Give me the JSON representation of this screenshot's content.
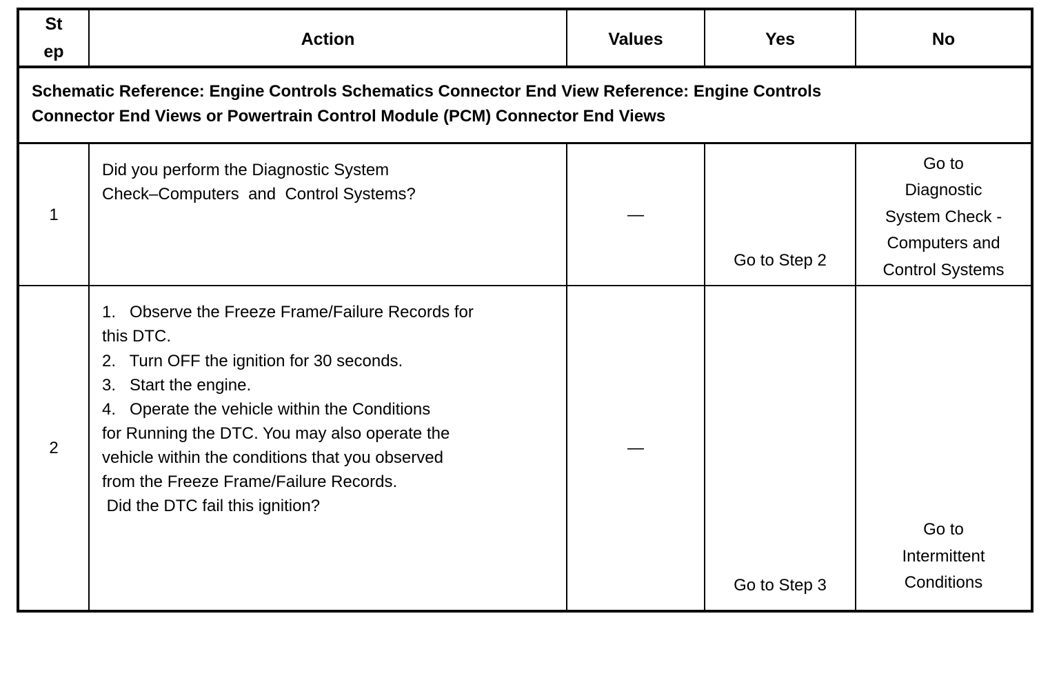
{
  "table": {
    "headers": {
      "step_line1": "St",
      "step_line2": "ep",
      "action": "Action",
      "values": "Values",
      "yes": "Yes",
      "no": "No"
    },
    "schematic_reference": {
      "line1": "Schematic Reference: Engine Controls Schematics Connector End View Reference: Engine Controls",
      "line2": "Connector End Views or Powertrain Control Module (PCM) Connector End Views"
    },
    "rows": [
      {
        "step": "1",
        "action_lines": [
          "Did you perform the Diagnostic System",
          "Check–Computers  and  Control Systems?"
        ],
        "values": "—",
        "yes": "Go to Step 2",
        "no_lines": [
          "Go to",
          "Diagnostic",
          "System Check -",
          "Computers and",
          "Control Systems"
        ]
      },
      {
        "step": "2",
        "action_lines": [
          "1.   Observe the Freeze Frame/Failure Records for",
          "this DTC.",
          "2.   Turn OFF the ignition for 30 seconds.",
          "3.   Start the engine.",
          "4.   Operate the vehicle within the Conditions",
          "for Running the DTC. You may also operate the",
          "vehicle within the conditions that you observed",
          "from the Freeze Frame/Failure Records.",
          "",
          " Did the DTC fail this ignition?"
        ],
        "values": "—",
        "yes": "Go to Step 3",
        "no_lines": [
          "Go to",
          "Intermittent",
          "Conditions"
        ]
      }
    ]
  },
  "colors": {
    "border": "#000000",
    "text": "#000000",
    "background": "#ffffff"
  }
}
